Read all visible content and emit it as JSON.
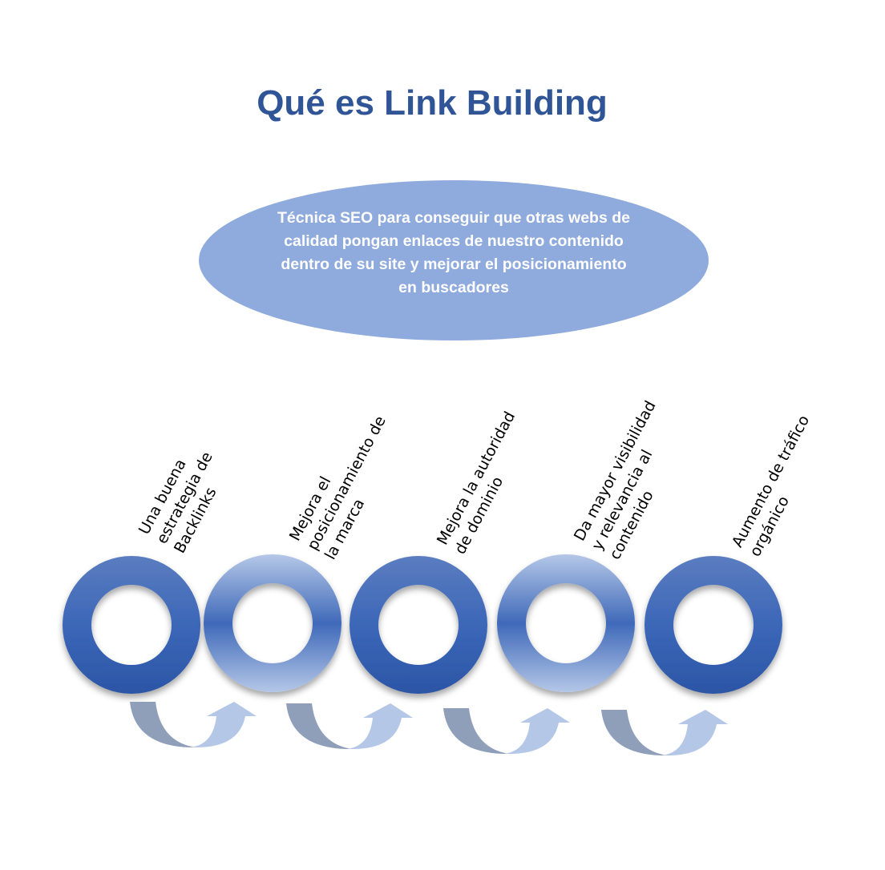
{
  "title": "Qué es Link Building",
  "definition": "Técnica SEO para conseguir que otras webs de calidad pongan enlaces de nuestro contenido dentro de su site y mejorar el posicionamiento en buscadores",
  "steps": [
    {
      "label": "Una buena\nestrategia de\nBacklinks"
    },
    {
      "label": "Mejora el\nposicionamiento de\nla marca"
    },
    {
      "label": "Mejora la autoridad\nde dominio"
    },
    {
      "label": "Da mayor visibilidad\ny relevancia al\ncontenido"
    },
    {
      "label": "Aumento de tráfico\norgánico"
    }
  ],
  "colors": {
    "title": "#2F5597",
    "ellipse": "#8FAADC",
    "ring_dark": "#2F5AAE",
    "ring_light": "#B4C7E7",
    "arrow_dark": "#8F9FBA",
    "arrow_light": "#B4C7E7"
  }
}
